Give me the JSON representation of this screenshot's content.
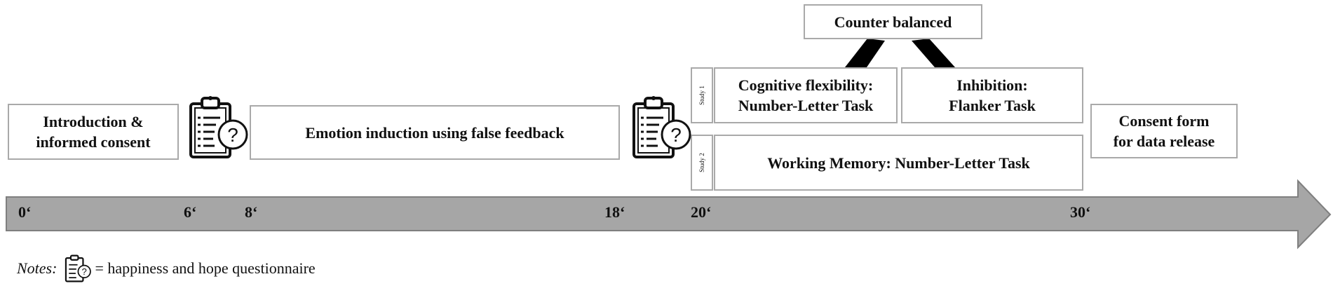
{
  "phases": {
    "intro": [
      "Introduction &",
      "informed consent"
    ],
    "emotion": "Emotion induction using false feedback",
    "counter": "Counter balanced",
    "cognitive": [
      "Cognitive flexibility:",
      "Number-Letter Task"
    ],
    "inhibition": [
      "Inhibition:",
      "Flanker Task"
    ],
    "working": "Working Memory: Number-Letter Task",
    "consent": [
      "Consent form",
      "for data release"
    ],
    "study1": "Study 1",
    "study2": "Study 2"
  },
  "timeline": {
    "ticks": [
      "0‘",
      "6‘",
      "8‘",
      "18‘",
      "20‘",
      "30‘"
    ]
  },
  "notes": {
    "label": "Notes:",
    "text": "= happiness and hope questionnaire"
  },
  "icons": {
    "questionnaire": "clipboard-question-icon"
  },
  "colors": {
    "arrow": "#a6a6a6",
    "box_border": "#a9a9a9",
    "connector": "#000000"
  }
}
